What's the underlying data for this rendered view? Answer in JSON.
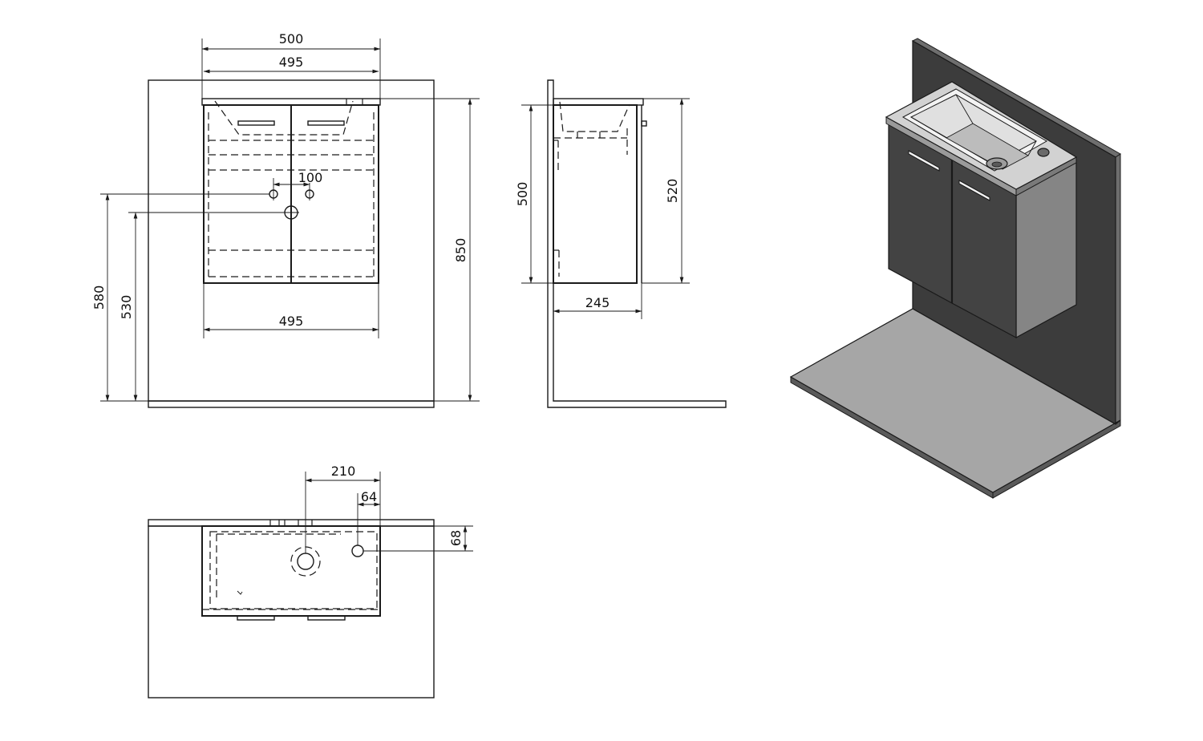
{
  "dimensions": {
    "front_overall_width": "500",
    "front_top_width": "495",
    "front_tap_spacing": "100",
    "front_bottom_width": "495",
    "front_height_580": "580",
    "front_height_530": "530",
    "front_total_height": "850",
    "side_cabinet_height": "500",
    "side_total_height": "520",
    "side_depth": "245",
    "plan_offset_210": "210",
    "plan_offset_64": "64",
    "plan_offset_68": "68"
  },
  "colors": {
    "line": "#1a1a1a",
    "wall": "#3c3c3c",
    "wall_edge": "#6e6e6e",
    "floor": "#a6a6a6",
    "floor_edge": "#5a5a5a",
    "cabinet_front": "#434343",
    "cabinet_side": "#858585",
    "basin_top": "#d2d2d2",
    "basin_inner": "#e8e8e8"
  }
}
